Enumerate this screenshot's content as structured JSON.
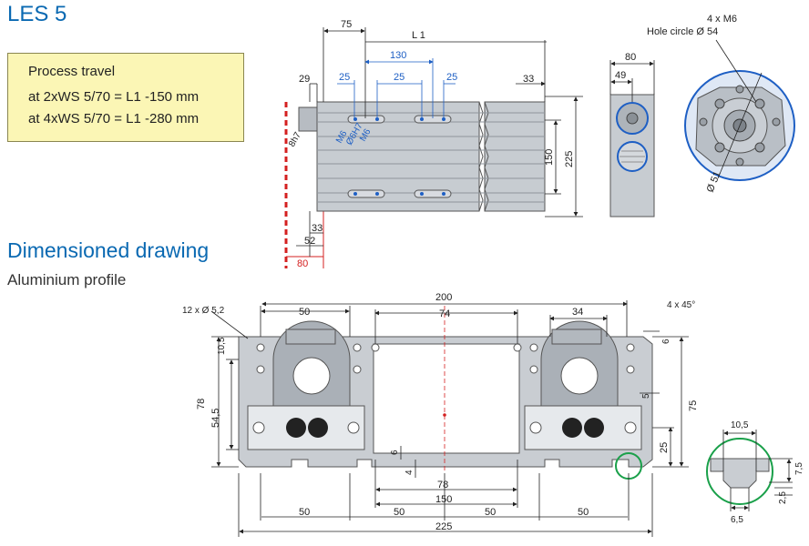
{
  "title": "LES 5",
  "heading": "Dimensioned drawing",
  "subheading": "Aluminium profile",
  "process_travel": {
    "label": "Process travel",
    "line1": "at 2xWS 5/70 = L1 -150 mm",
    "line2": "at 4xWS 5/70 = L1 -280 mm"
  },
  "top_view": {
    "dims": [
      "75",
      "L 1",
      "130",
      "25",
      "25",
      "25",
      "29",
      "33",
      "33",
      "52",
      "80",
      "150",
      "225"
    ],
    "tol_8h7": "8h7",
    "m6_a": "M6",
    "m6_b": "M6",
    "h7": "Ø6H7"
  },
  "end_view": {
    "dim_80": "80",
    "dim_49": "49"
  },
  "detail_view": {
    "note_line1": "4 x M6",
    "note_line2": "Hole circle Ø 54",
    "dia_51": "Ø 51"
  },
  "profile": {
    "holes": "12 x Ø 5,2",
    "dim_200": "200",
    "chamfer": "4 x 45°",
    "dim_50_top": "50",
    "dim_74": "74",
    "dim_34": "34",
    "dim_10_5": "10,5",
    "dim_6_right": "6",
    "dim_78_left": "78",
    "dim_54_5": "54,5",
    "dim_5": "5",
    "dim_75": "75",
    "dim_25": "25",
    "dim_6_mid": "6",
    "dim_4": "4",
    "dim_78_mid": "78",
    "dim_150": "150",
    "bottom_50s": [
      "50",
      "50",
      "50",
      "50"
    ],
    "dim_225": "225"
  },
  "slot_detail": {
    "dim_10_5": "10,5",
    "dim_7_5": "7,5",
    "dim_2_5": "2,5",
    "dim_6_5": "6,5"
  },
  "colors": {
    "accent_blue": "#0a69b2",
    "dimension_blue": "#1e5fc4",
    "highlight_green": "#1aa04a",
    "highlight_red": "#d42020",
    "box_fill": "#fbf6b5",
    "profile_grey": "#c9cdd2"
  }
}
